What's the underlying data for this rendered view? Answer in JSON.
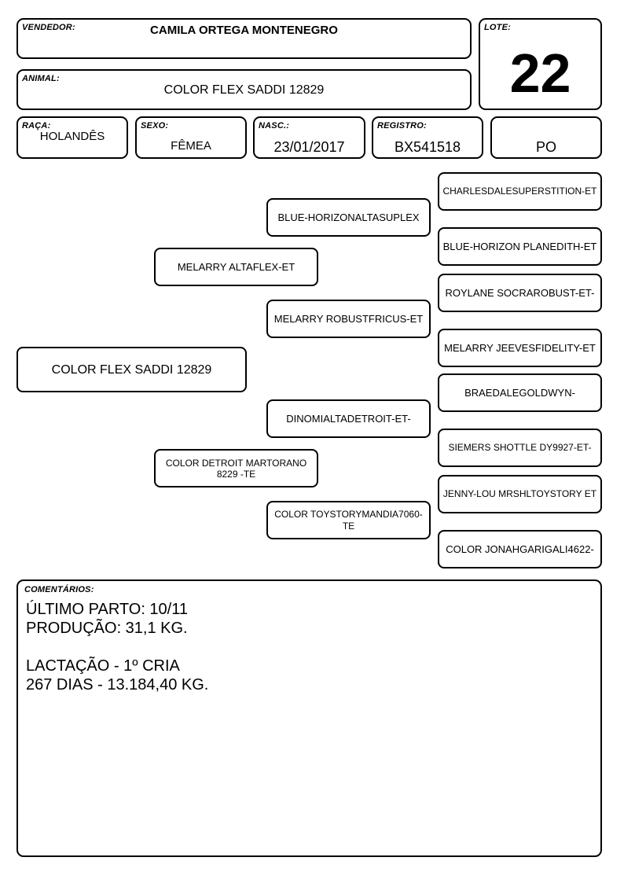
{
  "header": {
    "vendedor_label": "VENDEDOR:",
    "vendedor_value": "CAMILA ORTEGA MONTENEGRO",
    "lote_label": "LOTE:",
    "lote_value": "22",
    "animal_label": "ANIMAL:",
    "animal_value": "COLOR FLEX SADDI 12829"
  },
  "details": {
    "raca_label": "RAÇA:",
    "raca_value": "HOLANDÊS",
    "sexo_label": "SEXO:",
    "sexo_value": "FÊMEA",
    "nasc_label": "NASC.:",
    "nasc_value": "23/01/2017",
    "registro_label": "REGISTRO:",
    "registro_value": "BX541518",
    "tipo_value": "PO"
  },
  "pedigree": {
    "animal": "COLOR FLEX SADDI 12829",
    "sire": "MELARRY ALTAFLEX-ET",
    "dam": "COLOR DETROIT MARTORANO 8229 -TE",
    "sire_sire": "BLUE-HORIZONALTASUPLEX",
    "sire_dam": "MELARRY ROBUSTFRICUS-ET",
    "dam_sire": "DINOMIALTADETROIT-ET-",
    "dam_dam": "COLOR TOYSTORYMANDIA7060-TE",
    "ggp": [
      "CHARLESDALESUPERSTITION-ET",
      "BLUE-HORIZON PLANEDITH-ET",
      "ROYLANE SOCRAROBUST-ET-",
      "MELARRY JEEVESFIDELITY-ET",
      "BRAEDALEGOLDWYN-",
      "SIEMERS SHOTTLE DY9927-ET-",
      "JENNY-LOU MRSHLTOYSTORY ET",
      "COLOR JONAHGARIGALI4622-"
    ]
  },
  "comments": {
    "label": "COMENTÁRIOS:",
    "text": "ÚLTIMO PARTO: 10/11\nPRODUÇÃO: 31,1 KG.\n\nLACTAÇÃO - 1º CRIA\n267 DIAS - 13.184,40 KG."
  }
}
